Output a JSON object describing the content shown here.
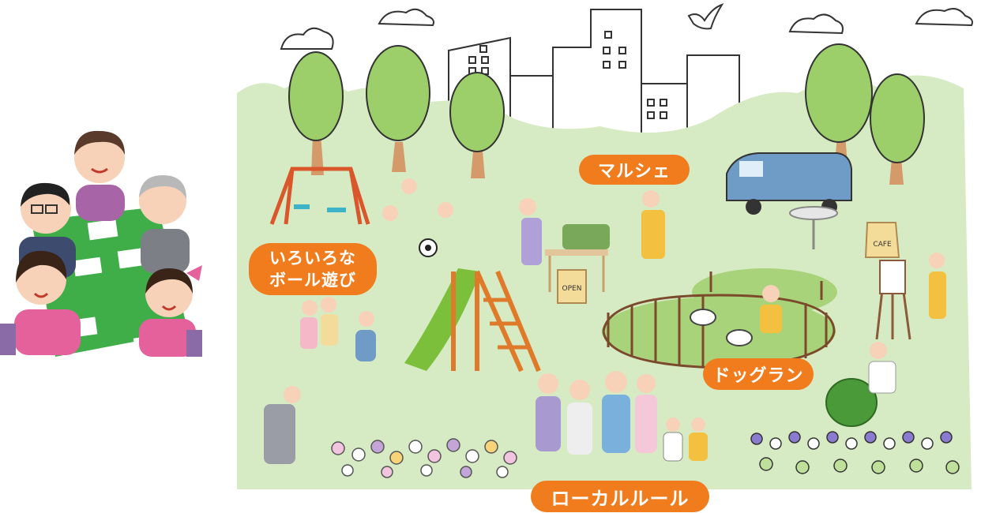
{
  "labels": {
    "marche": "マルシェ",
    "ball_line1": "いろいろな",
    "ball_line2": "ボール遊び",
    "dogrun": "ドッグラン",
    "rules": "ローカルルール",
    "open_sign": "OPEN",
    "cafe_sign": "CAFE"
  },
  "colors": {
    "label_orange": "#f07c1e",
    "park_green": "#d6ebc3",
    "tree_green": "#9ccf6a",
    "table_green": "#3fae49",
    "van_blue": "#6e9cc6"
  },
  "icons": {
    "meeting": "meeting-people-icon",
    "bird": "bird-icon"
  }
}
